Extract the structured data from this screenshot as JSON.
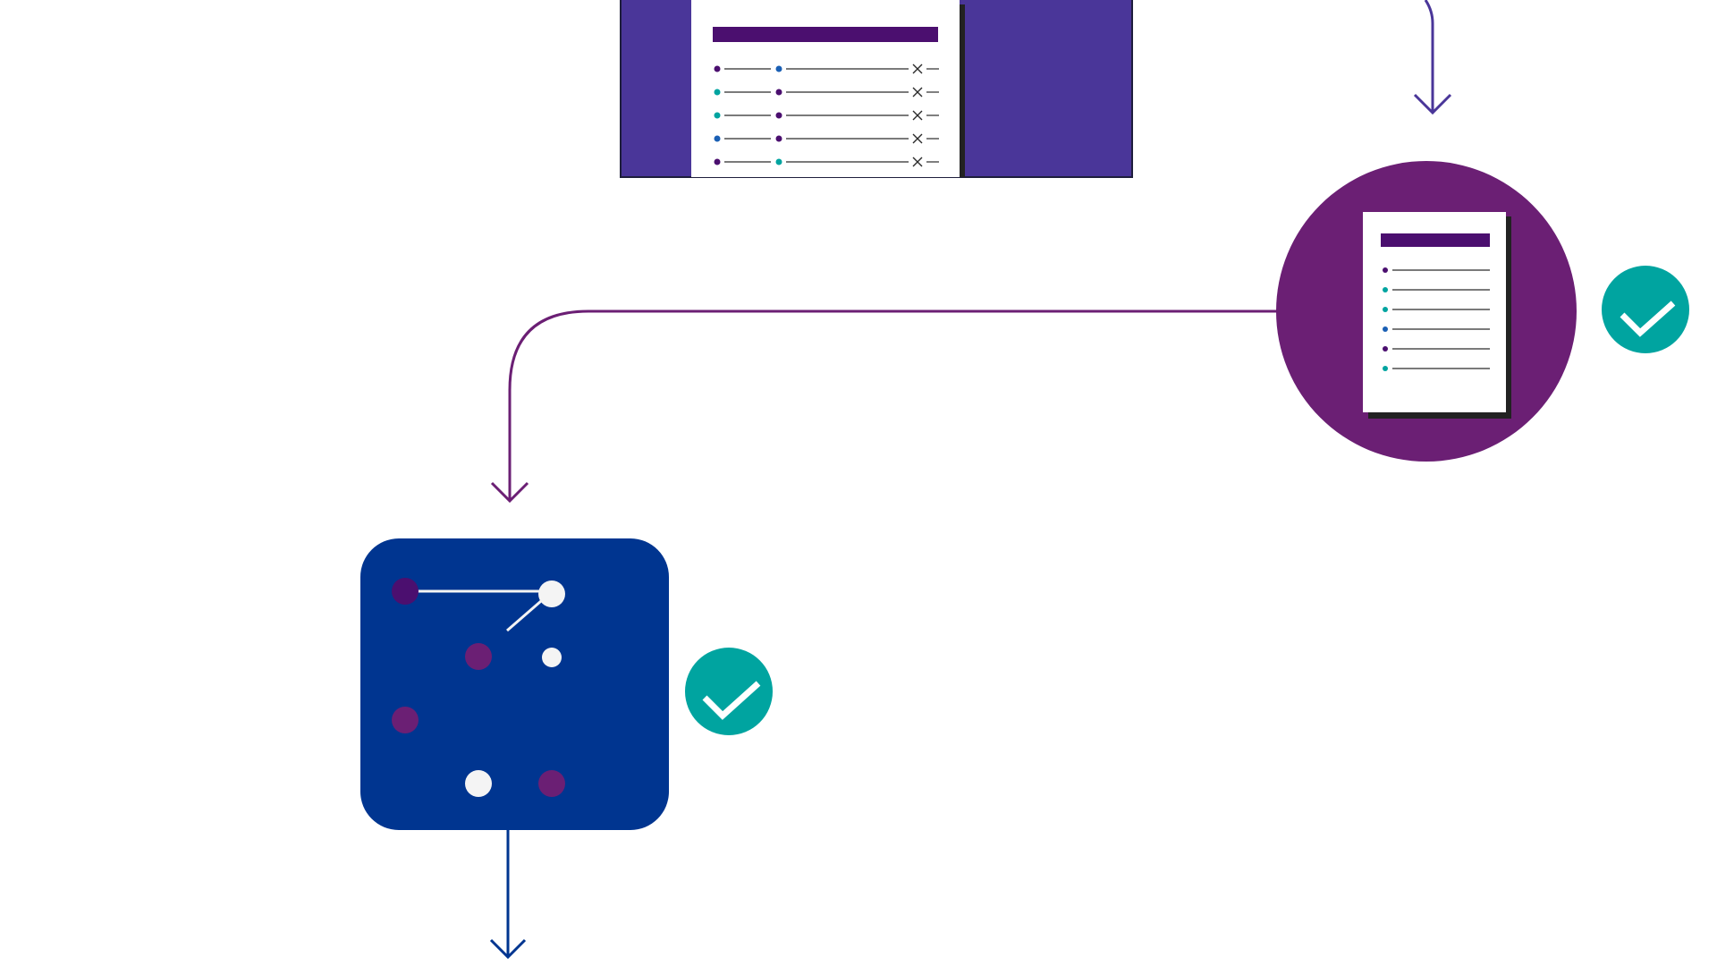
{
  "colors": {
    "background": "#ffffff",
    "indigo_panel": "#4a3699",
    "deep_purple": "#4b0f6f",
    "plum": "#6b1f74",
    "navy": "#003590",
    "teal": "#00a4a0",
    "blue_dot": "#1a5fb4",
    "dark_line": "#2a2a2a",
    "paper": "#ffffff",
    "paper_shadow": "#222222",
    "check_stroke": "#ffffff",
    "node_light": "#f4f4f4"
  },
  "icons": {
    "check_badge": "check-icon",
    "arrow_head": "chevron-down-icon",
    "cross_mark": "close-icon",
    "document": "document-icon",
    "network": "network-icon"
  },
  "nodes": [
    {
      "id": "table-document-panel",
      "shape": "rectangle",
      "content": "document-table",
      "status": "none"
    },
    {
      "id": "document-circle",
      "shape": "circle",
      "content": "document-list",
      "status": "complete"
    },
    {
      "id": "network-square",
      "shape": "rounded-square",
      "content": "network-graph",
      "status": "complete"
    }
  ],
  "connectors": [
    {
      "from": "above",
      "to": "document-circle",
      "direction": "down",
      "color_key": "indigo_panel"
    },
    {
      "from": "document-circle",
      "to": "network-square",
      "direction": "down",
      "color_key": "plum"
    },
    {
      "from": "network-square",
      "to": "below",
      "direction": "down",
      "color_key": "navy"
    }
  ],
  "table_rows": [
    {
      "left_dot": "deep_purple",
      "right_dot": "blue_dot"
    },
    {
      "left_dot": "teal",
      "right_dot": "deep_purple"
    },
    {
      "left_dot": "teal",
      "right_dot": "deep_purple"
    },
    {
      "left_dot": "blue_dot",
      "right_dot": "deep_purple"
    },
    {
      "left_dot": "deep_purple",
      "right_dot": "teal"
    }
  ],
  "list_rows": [
    "deep_purple",
    "teal",
    "teal",
    "blue_dot",
    "deep_purple",
    "teal"
  ],
  "network_points": [
    {
      "color_key": "deep_purple",
      "size": "medium"
    },
    {
      "color_key": "node_light",
      "size": "medium"
    },
    {
      "color_key": "plum",
      "size": "medium"
    },
    {
      "color_key": "node_light",
      "size": "small"
    },
    {
      "color_key": "plum",
      "size": "medium"
    },
    {
      "color_key": "node_light",
      "size": "medium"
    },
    {
      "color_key": "plum",
      "size": "medium"
    }
  ]
}
